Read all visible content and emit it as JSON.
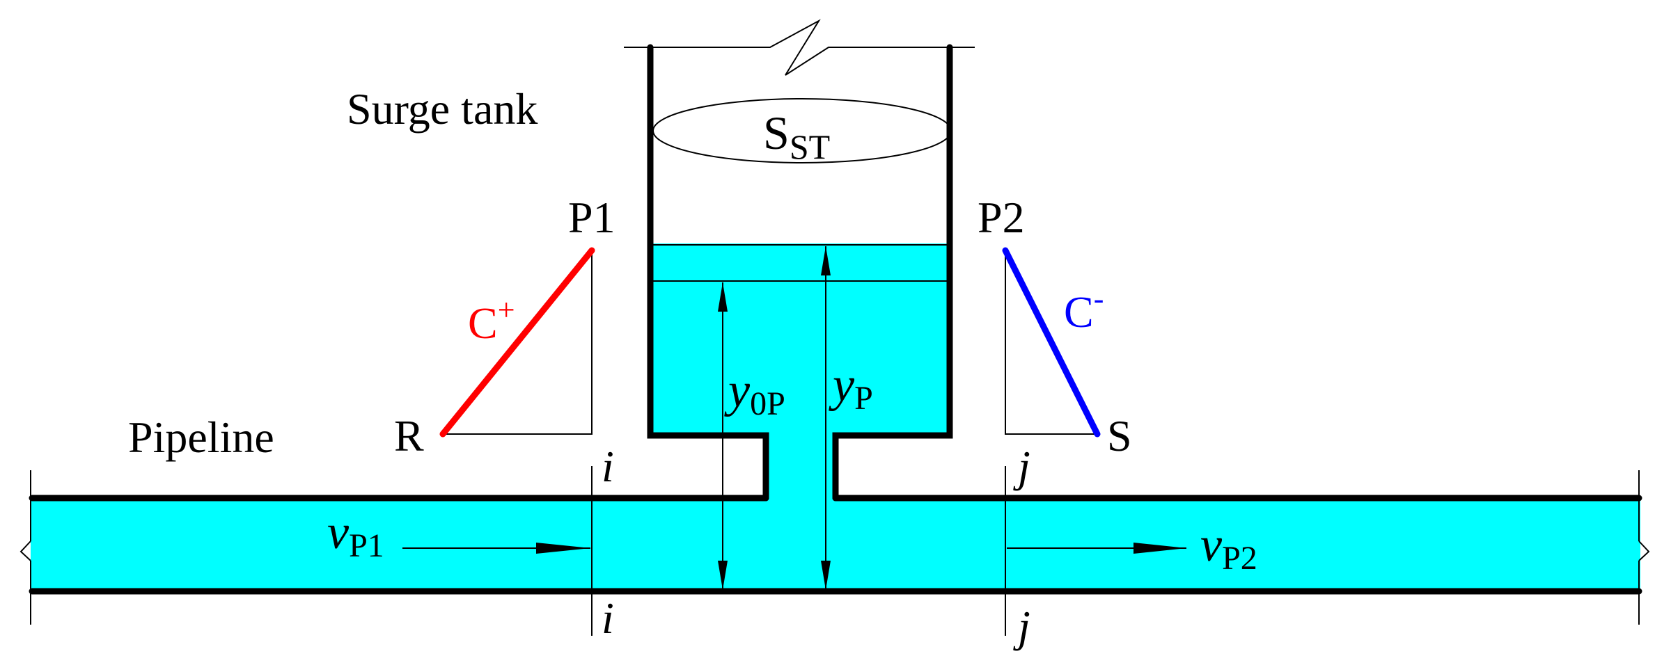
{
  "labels": {
    "surge_tank": "Surge tank",
    "pipeline": "Pipeline",
    "area_symbol": "S",
    "area_subscript": "ST",
    "point_p1": "P1",
    "point_p2": "P2",
    "point_r": "R",
    "point_s": "S",
    "c_plus": "C",
    "c_plus_sup": "+",
    "c_minus": "C",
    "c_minus_sup": "-",
    "section_i": "i",
    "section_j": "j",
    "y0p_symbol": "y",
    "y0p_subscript": "0P",
    "yp_symbol": "y",
    "yp_subscript": "P",
    "vp1_symbol": "v",
    "vp1_subscript": "P1",
    "vp2_symbol": "v",
    "vp2_subscript": "P2"
  },
  "colors": {
    "water": "#00FFFF",
    "c_plus": "#FF0000",
    "c_minus": "#0000FF",
    "line": "#000000"
  }
}
